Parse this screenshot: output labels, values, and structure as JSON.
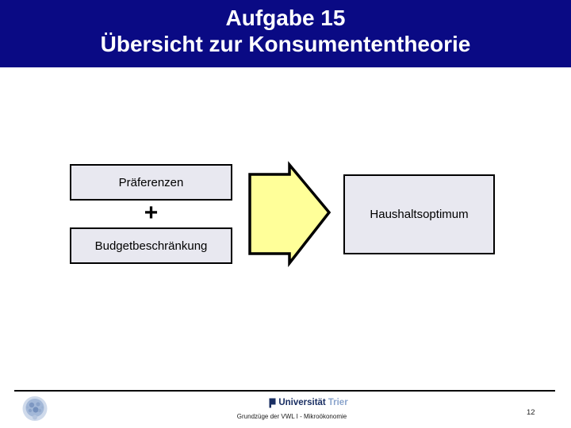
{
  "title": {
    "line1": "Aufgabe 15",
    "line2": "Übersicht zur Konsumententheorie"
  },
  "diagram": {
    "preferences_label": "Präferenzen",
    "plus_sign": "+",
    "budget_label": "Budgetbeschränkung",
    "optimum_label": "Haushaltsoptimum"
  },
  "footer": {
    "university_name": "Universität",
    "university_city": "Trier",
    "course_title": "Grundzüge der VWL I - Mikroökonomie",
    "page_number": "12"
  },
  "colors": {
    "banner_navy": "#0a0a84",
    "box_fill": "#e8e8f0",
    "box_border": "#000000",
    "arrow_yellow": "#ffff99",
    "title_text": "#ffffff",
    "logo_navy": "#1a2f63",
    "logo_light_blue": "#8aa4cc"
  },
  "icons": {
    "seal": "university-seal-icon",
    "flag": "university-flag-icon",
    "arrow": "right-block-arrow"
  }
}
